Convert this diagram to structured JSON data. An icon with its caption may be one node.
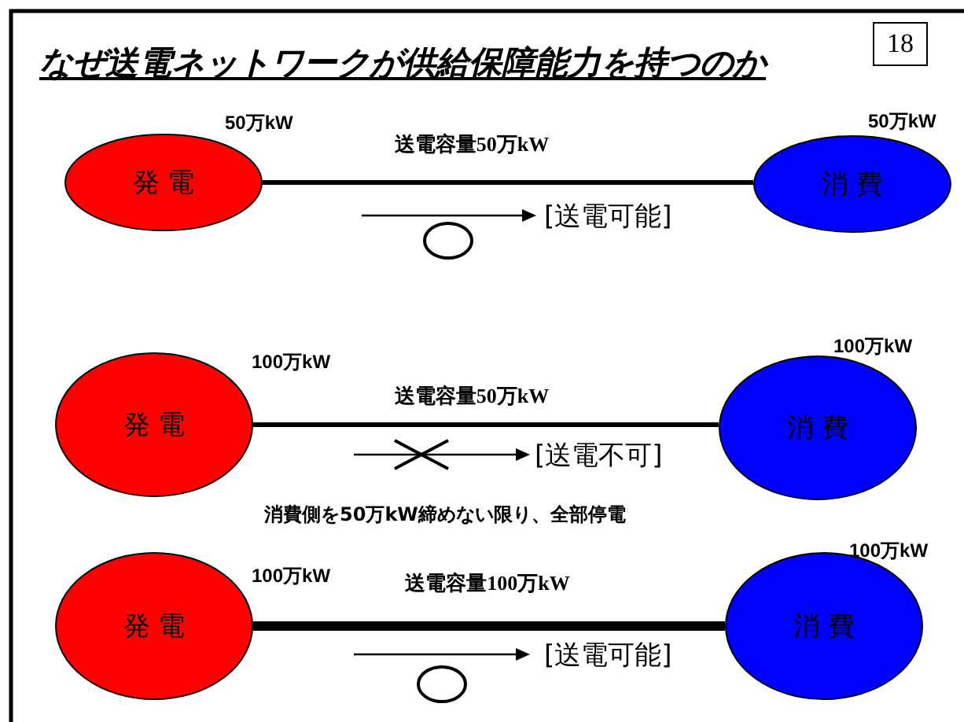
{
  "diagram": {
    "title": "なぜ送電ネットワークが供給保障能力を持つのか",
    "nodes": [
      {
        "text": [
          "発 電"
        ],
        "beside": [
          "50万kW"
        ]
      },
      {
        "text": [
          "消 費"
        ],
        "beside": [
          "50万kW"
        ]
      },
      {
        "text": [
          "発 電"
        ],
        "beside": [
          "100万kW"
        ]
      },
      {
        "text": [
          "消 費"
        ],
        "beside": [
          "100万kW"
        ]
      },
      {
        "text": [
          "発 電"
        ],
        "beside": [
          "100万kW"
        ]
      },
      {
        "text": [
          "消 費"
        ],
        "beside": [
          "100万kW"
        ]
      }
    ],
    "edges": [
      {
        "from": 0,
        "to": 1,
        "arrow": "none",
        "label": "送電容量50万kW"
      },
      {
        "from": 2,
        "to": 3,
        "arrow": "none",
        "label": "送電容量50万kW"
      },
      {
        "from": 4,
        "to": 5,
        "arrow": "none",
        "label": "送電容量100万kW",
        "style": "thick"
      }
    ],
    "labels": [
      "18",
      "[送電可能]",
      "[送電不可]",
      "消費側を50万kW締めない限り、全部停電",
      "[送電可能]"
    ]
  }
}
